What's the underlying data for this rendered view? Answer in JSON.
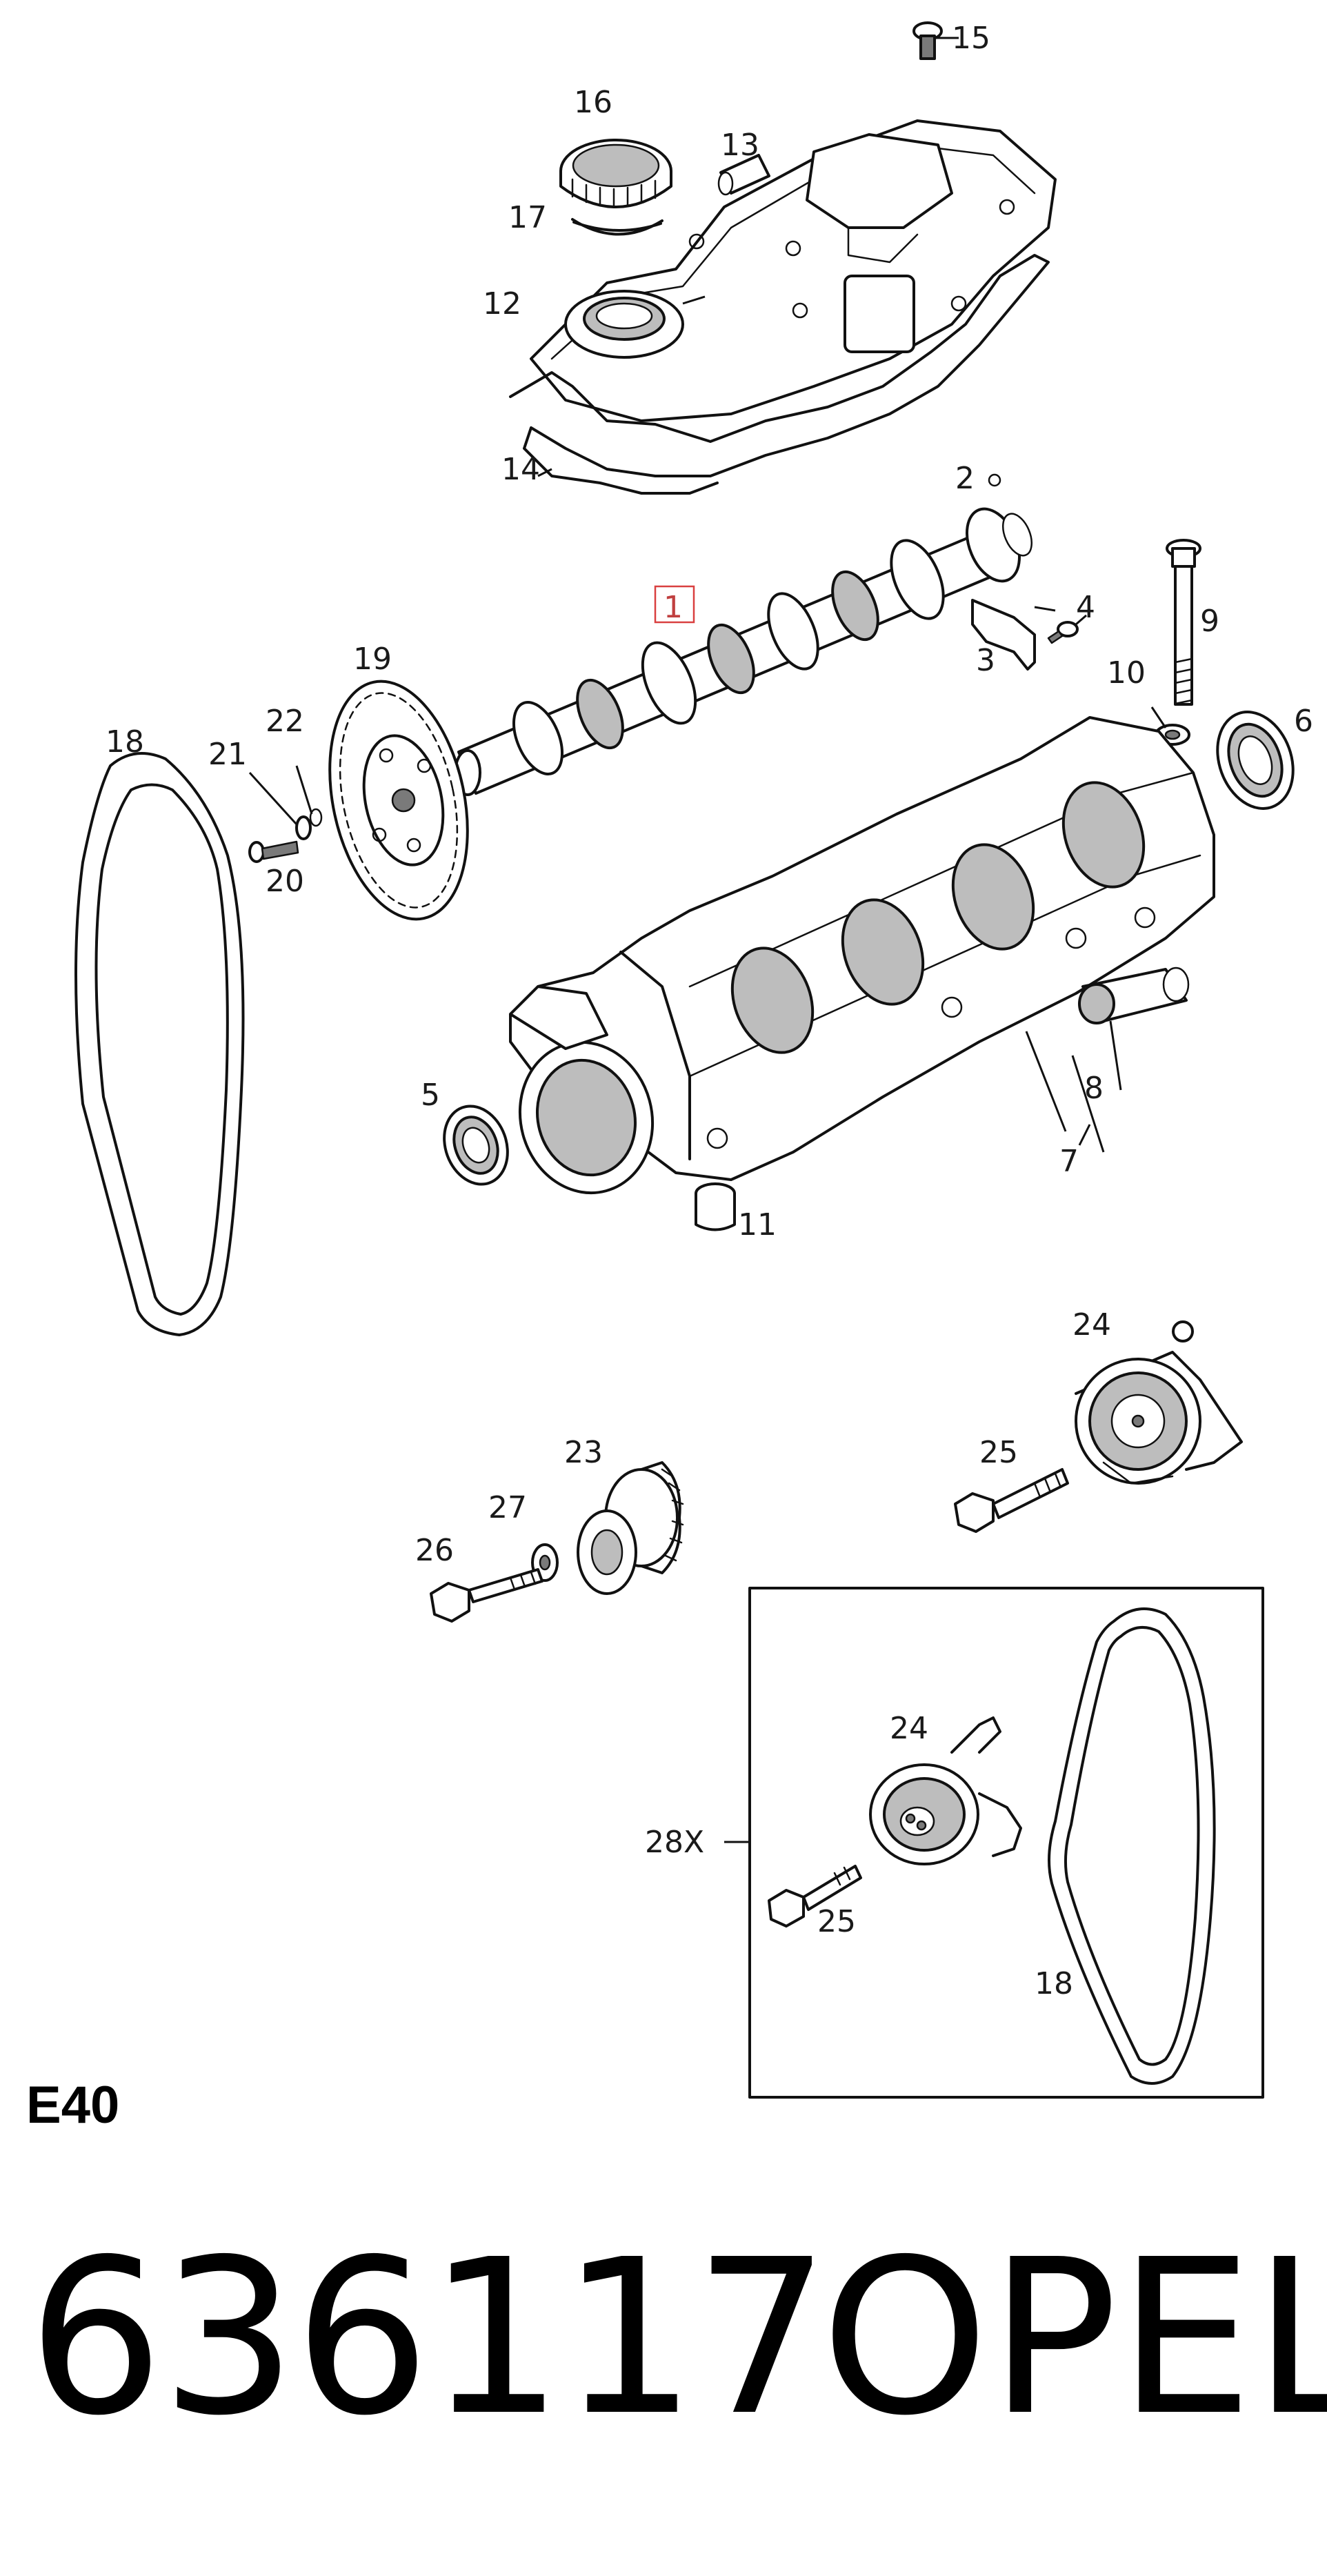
{
  "diagram": {
    "section_code": "E40",
    "part_number": "636117",
    "brand": "OPEL",
    "callouts": {
      "c1": "1",
      "c2": "2",
      "c3": "3",
      "c4": "4",
      "c5": "5",
      "c6": "6",
      "c7": "7",
      "c8": "8",
      "c9": "9",
      "c10": "10",
      "c11": "11",
      "c12": "12",
      "c13": "13",
      "c14": "14",
      "c15": "15",
      "c16": "16",
      "c17": "17",
      "c18": "18",
      "c19": "19",
      "c20": "20",
      "c21": "21",
      "c22": "22",
      "c23": "23",
      "c24": "24",
      "c25": "25",
      "c26": "26",
      "c27": "27",
      "inset": "28X",
      "inset24": "24",
      "inset25": "25",
      "inset18": "18"
    },
    "highlight_color": "#d94040"
  }
}
